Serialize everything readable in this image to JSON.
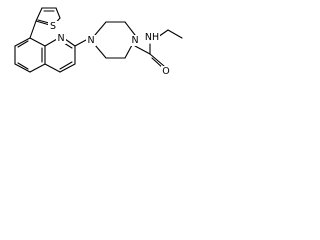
{
  "structure": {
    "atoms": {
      "sulfur": "S",
      "quinoline_nitrogen": "N",
      "piperazine_n_top": "N",
      "piperazine_n_bottom": "N",
      "amide_nitrogen": "NH",
      "carbonyl_oxygen": "O"
    },
    "colors": {
      "bond": "#000000",
      "background": "#ffffff"
    }
  }
}
